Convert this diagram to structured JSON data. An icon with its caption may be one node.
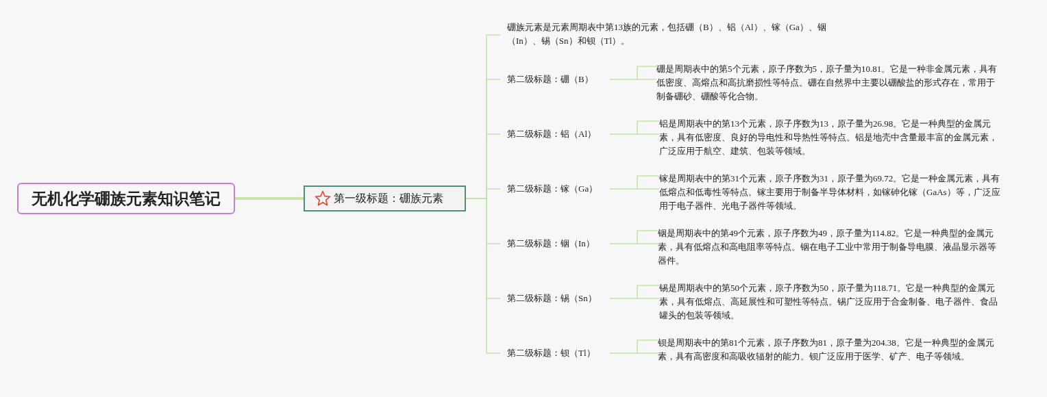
{
  "diagram": {
    "nodes": [
      {
        "text": [
          "无机化学硼族元素知识笔记"
        ]
      },
      {
        "text": [
          "第一级标题：硼族元素"
        ]
      },
      {
        "text": [
          "硼族元素是元素周期表中第13族的元素，包括硼（B）、铝（Al）、镓（Ga）、铟（In）、锡（Sn）和钡（Tl）。"
        ]
      },
      {
        "text": [
          "第二级标题：硼（B）"
        ]
      },
      {
        "text": [
          "第二级标题：铝（Al）"
        ]
      },
      {
        "text": [
          "第二级标题：镓（Ga）"
        ]
      },
      {
        "text": [
          "第二级标题：铟（In）"
        ]
      },
      {
        "text": [
          "第二级标题：锡（Sn）"
        ]
      },
      {
        "text": [
          "第二级标题：钡（Tl）"
        ]
      },
      {
        "text": [
          "硼是周期表中的第5个元素，原子序数为5，原子量为10.81。它是一种非金属元素，具有低密度、高熔点和高抗磨损性等特点。硼在自然界中主要以硼酸盐的形式存在，常用于制备硼砂、硼酸等化合物。"
        ]
      },
      {
        "text": [
          "铝是周期表中的第13个元素，原子序数为13，原子量为26.98。它是一种典型的金属元素，具有低密度、良好的导电性和导热性等特点。铝是地壳中含量最丰富的金属元素，广泛应用于航空、建筑、包装等领域。"
        ]
      },
      {
        "text": [
          "镓是周期表中的第31个元素，原子序数为31，原子量为69.72。它是一种金属元素，具有低熔点和低毒性等特点。镓主要用于制备半导体材料，如镓砷化镓（GaAs）等，广泛应用于电子器件、光电子器件等领域。"
        ]
      },
      {
        "text": [
          "铟是周期表中的第49个元素，原子序数为49，原子量为114.82。它是一种典型的金属元素，具有低熔点和高电阻率等特点。铟在电子工业中常用于制备导电膜、液晶显示器等器件。"
        ]
      },
      {
        "text": [
          "锡是周期表中的第50个元素，原子序数为50，原子量为118.71。它是一种典型的金属元素，具有低熔点、高延展性和可塑性等特点。锡广泛应用于合金制备、电子器件、食品罐头的包装等领域。"
        ]
      },
      {
        "text": [
          "钡是周期表中的第81个元素，原子序数为81，原子量为204.38。它是一种典型的金属元素，具有高密度和高吸收辐射的能力。钡广泛应用于医学、矿产、电子等领域。"
        ]
      }
    ],
    "edges": [
      {
        "from": 0,
        "to": 1,
        "arrow": "none",
        "style": "thick"
      },
      {
        "from": 1,
        "to": 2,
        "arrow": "none"
      },
      {
        "from": 1,
        "to": 3,
        "arrow": "none"
      },
      {
        "from": 1,
        "to": 4,
        "arrow": "none"
      },
      {
        "from": 1,
        "to": 5,
        "arrow": "none"
      },
      {
        "from": 1,
        "to": 6,
        "arrow": "none"
      },
      {
        "from": 1,
        "to": 7,
        "arrow": "none"
      },
      {
        "from": 1,
        "to": 8,
        "arrow": "none"
      },
      {
        "from": 3,
        "to": 9,
        "arrow": "none"
      },
      {
        "from": 4,
        "to": 10,
        "arrow": "none"
      },
      {
        "from": 5,
        "to": 11,
        "arrow": "none"
      },
      {
        "from": 6,
        "to": 12,
        "arrow": "none"
      },
      {
        "from": 7,
        "to": 13,
        "arrow": "none"
      },
      {
        "from": 8,
        "to": 14,
        "arrow": "none"
      }
    ]
  }
}
